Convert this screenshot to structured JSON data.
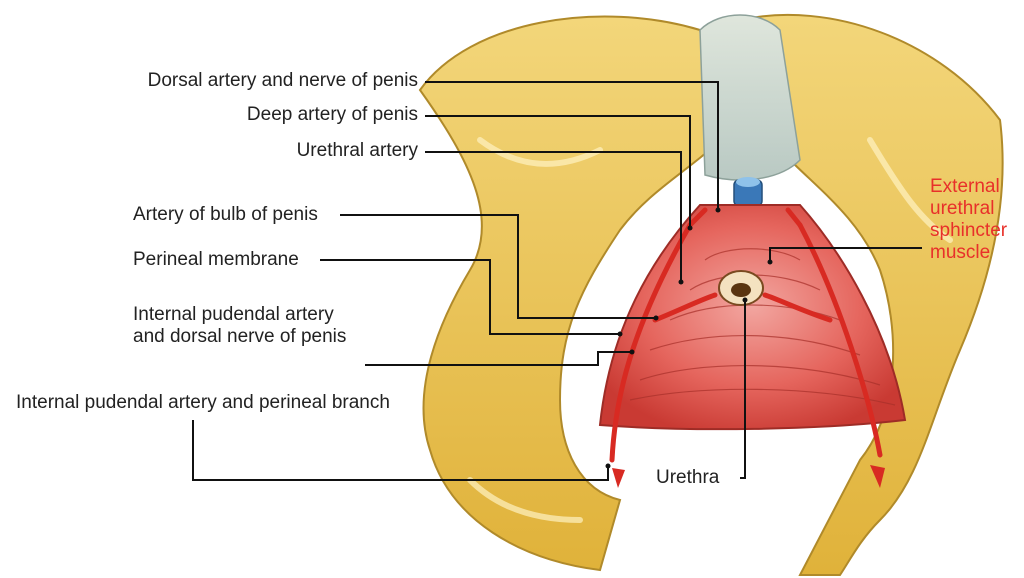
{
  "colors": {
    "label_text": "#222222",
    "highlight_label": "#e8302a",
    "bone": "#e9c24a",
    "membrane": "#e3605a",
    "artery": "#d82a22",
    "leader_line": "#111111"
  },
  "labels": {
    "dorsal_artery_nerve": "Dorsal artery and nerve of penis",
    "deep_artery": "Deep artery of penis",
    "urethral_artery": "Urethral artery",
    "artery_bulb": "Artery of bulb of penis",
    "perineal_membrane": "Perineal membrane",
    "internal_pudendal_dorsal_line1": "Internal pudendal artery",
    "internal_pudendal_dorsal_line2": "and dorsal nerve of penis",
    "internal_pudendal_perineal": "Internal pudendal artery and perineal branch",
    "urethra": "Urethra",
    "external_sphincter_line1": "External",
    "external_sphincter_line2": "urethral",
    "external_sphincter_line3": "sphincter",
    "external_sphincter_line4": "muscle"
  }
}
